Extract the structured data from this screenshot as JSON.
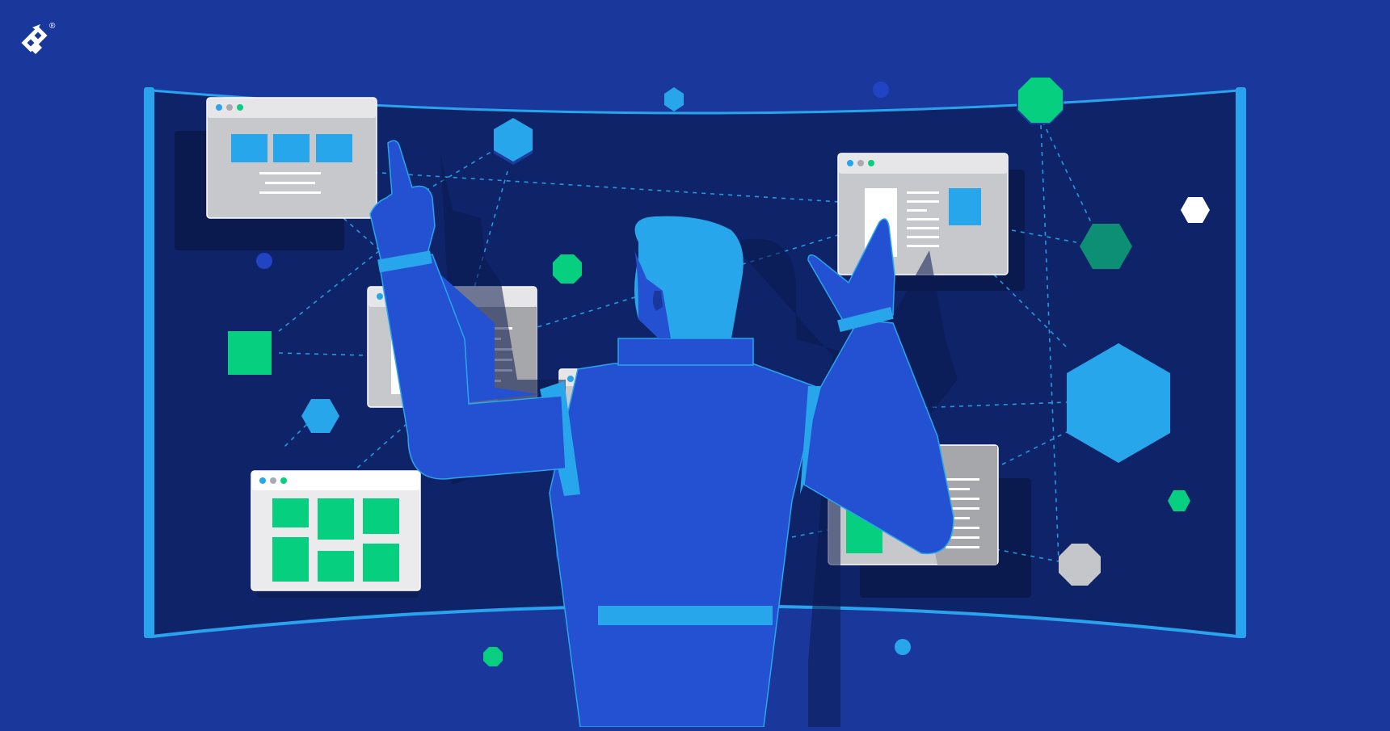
{
  "brand": {
    "logo_icon": "toptal-logo-icon",
    "registered_mark": "®"
  },
  "colors": {
    "background": "#1a389c",
    "screen": "#0f2468",
    "screen_frame": "#2aa3ee",
    "person": "#2451d2",
    "person_accent": "#27a6ec",
    "window": "#c7c8cc",
    "window_titlebar": "#e6e6e8",
    "green": "#06cf80",
    "teal": "#0c8f74",
    "light_blue": "#27a6ec",
    "grey": "#c4c6ca",
    "white": "#ffffff",
    "dark_dot": "#2044c4"
  },
  "windows": [
    {
      "name": "window-tiles-top-left",
      "content": "blue-tiles-with-text-lines"
    },
    {
      "name": "window-text-top-right",
      "content": "sidebar-text-and-blue-block"
    },
    {
      "name": "window-text-middle-left",
      "content": "image-and-text-lines"
    },
    {
      "name": "window-grid-bottom-left",
      "content": "green-tile-grid"
    },
    {
      "name": "window-text-bottom-right",
      "content": "green-block-and-text-lines"
    }
  ],
  "icons": {
    "hexagon": "hexagon-icon",
    "octagon": "octagon-icon",
    "square": "square-icon",
    "dot": "dot-icon"
  }
}
